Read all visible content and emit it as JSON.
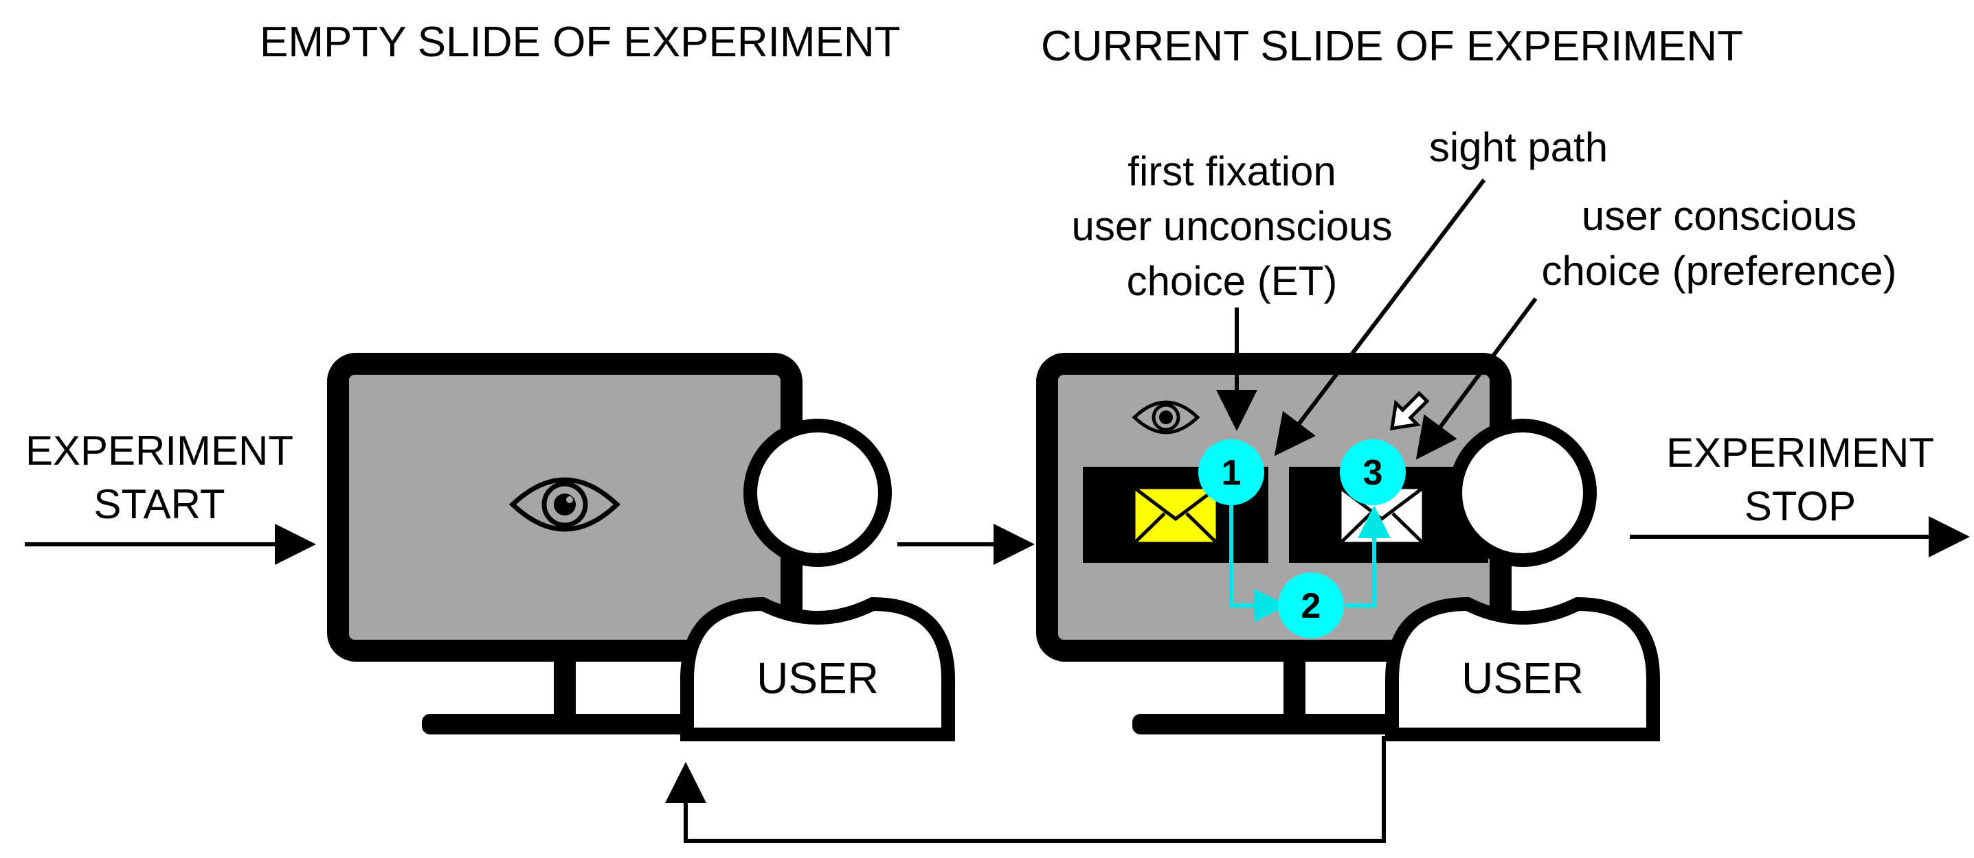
{
  "titles": {
    "empty_slide": "EMPTY SLIDE OF EXPERIMENT",
    "current_slide": "CURRENT SLIDE OF EXPERIMENT"
  },
  "start_label": [
    "EXPERIMENT",
    "START"
  ],
  "stop_label": [
    "EXPERIMENT",
    "STOP"
  ],
  "user_label": "USER",
  "annotations": {
    "first_fixation": [
      "first fixation",
      "user unconscious",
      "choice (ET)"
    ],
    "sight_path": "sight path",
    "conscious_choice": [
      "user conscious",
      "choice (preference)"
    ]
  },
  "fixations": [
    "1",
    "2",
    "3"
  ],
  "colors": {
    "screen_fill": "#a6a6a6",
    "fixation_marker": "#00ffff",
    "selected_envelope": "#ffff00",
    "unselected_envelope": "#ffffff",
    "outline": "#000000"
  },
  "icons": [
    "eye-icon",
    "envelope-icon",
    "cursor-arrow-icon",
    "user-icon",
    "monitor-icon"
  ]
}
